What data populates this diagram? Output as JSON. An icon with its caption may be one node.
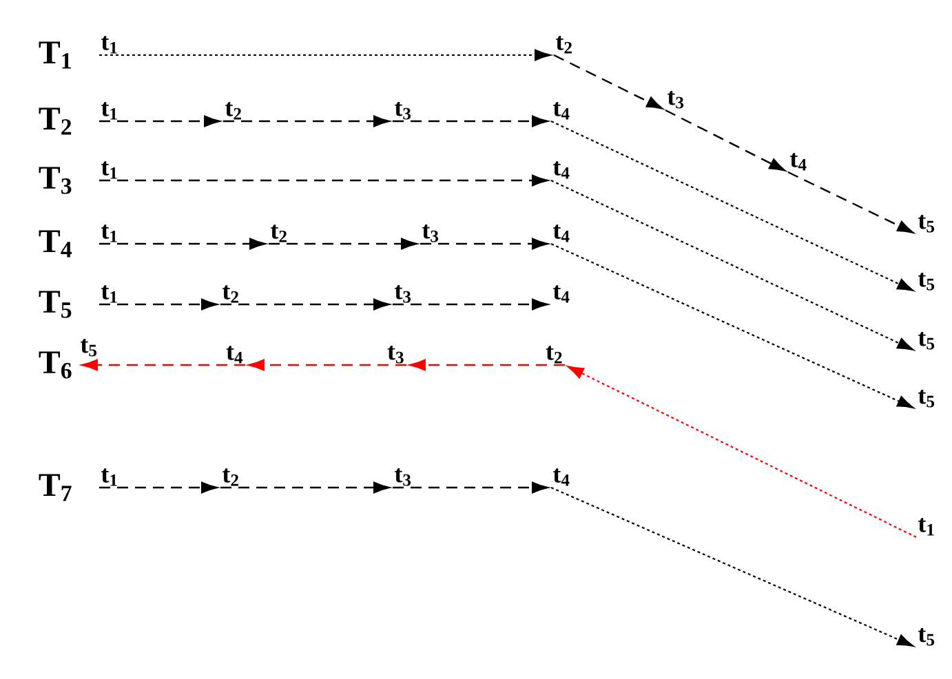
{
  "diagram": {
    "nodes": [
      {
        "text": [
          "t$_{1}$"
        ]
      },
      {
        "text": [
          "t$_{2}$"
        ]
      },
      {
        "text": [
          "t$_{3}$"
        ]
      },
      {
        "text": [
          "t$_{4}$"
        ]
      },
      {
        "text": [
          "t$_{5}$"
        ]
      },
      {
        "text": [
          "t$_{1}$"
        ]
      },
      {
        "text": [
          "t$_{2}$"
        ]
      },
      {
        "text": [
          "t$_{3}$"
        ]
      },
      {
        "text": [
          "t$_{4}$"
        ]
      },
      {
        "text": [
          "t$_{5}$"
        ]
      },
      {
        "text": [
          "t$_{1}$"
        ]
      },
      {
        "text": [
          "t$_{4}$"
        ]
      },
      {
        "text": [
          "t$_{5}$"
        ]
      },
      {
        "text": [
          "t$_{1}$"
        ]
      },
      {
        "text": [
          "t$_{2}$"
        ]
      },
      {
        "text": [
          "t$_{3}$"
        ]
      },
      {
        "text": [
          "t$_{4}$"
        ]
      },
      {
        "text": [
          "t$_{5}$"
        ]
      },
      {
        "text": [
          "t$_{1}$"
        ]
      },
      {
        "text": [
          "t$_{2}$"
        ]
      },
      {
        "text": [
          "t$_{3}$"
        ]
      },
      {
        "text": [
          "t$_{4}$"
        ]
      },
      {
        "text": [
          "t$_{5}$"
        ]
      },
      {
        "text": [
          "t$_{4}$"
        ]
      },
      {
        "text": [
          "t$_{3}$"
        ]
      },
      {
        "text": [
          "t$_{2}$"
        ]
      },
      {
        "text": [
          "t$_{1}$"
        ]
      },
      {
        "text": [
          "t$_{1}$"
        ]
      },
      {
        "text": [
          "t$_{2}$"
        ]
      },
      {
        "text": [
          "t$_{3}$"
        ]
      },
      {
        "text": [
          "t$_{4}$"
        ]
      },
      {
        "text": [
          "t$_{5}$"
        ]
      }
    ],
    "edges": [
      {
        "from": 0,
        "to": 1,
        "arrow": "to"
      },
      {
        "from": 1,
        "to": 2,
        "arrow": "to",
        "style": "dashed"
      },
      {
        "from": 2,
        "to": 3,
        "arrow": "to",
        "style": "dashed"
      },
      {
        "from": 3,
        "to": 4,
        "arrow": "to",
        "style": "dashed"
      },
      {
        "from": 5,
        "to": 6,
        "arrow": "to",
        "style": "dashed"
      },
      {
        "from": 6,
        "to": 7,
        "arrow": "to",
        "style": "dashed"
      },
      {
        "from": 7,
        "to": 8,
        "arrow": "to",
        "style": "dashed"
      },
      {
        "from": 8,
        "to": 9,
        "arrow": "to"
      },
      {
        "from": 10,
        "to": 11,
        "arrow": "to",
        "style": "dashed"
      },
      {
        "from": 11,
        "to": 12,
        "arrow": "to"
      },
      {
        "from": 13,
        "to": 14,
        "arrow": "to",
        "style": "dashed"
      },
      {
        "from": 14,
        "to": 15,
        "arrow": "to",
        "style": "dashed"
      },
      {
        "from": 15,
        "to": 16,
        "arrow": "to",
        "style": "dashed"
      },
      {
        "from": 16,
        "to": 17,
        "arrow": "to"
      },
      {
        "from": 18,
        "to": 19,
        "arrow": "to",
        "style": "dashed"
      },
      {
        "from": 19,
        "to": 20,
        "arrow": "to",
        "style": "dashed"
      },
      {
        "from": 20,
        "to": 21,
        "arrow": "to",
        "style": "dashed"
      },
      {
        "from": 26,
        "to": 25,
        "arrow": "to",
        "color": "#ff0000"
      },
      {
        "from": 25,
        "to": 24,
        "arrow": "to",
        "style": "dashed",
        "color": "#ff0000"
      },
      {
        "from": 24,
        "to": 23,
        "arrow": "to",
        "style": "dashed",
        "color": "#ff0000"
      },
      {
        "from": 23,
        "to": 22,
        "arrow": "to",
        "style": "dashed",
        "color": "#ff0000"
      },
      {
        "from": 27,
        "to": 28,
        "arrow": "to",
        "style": "dashed"
      },
      {
        "from": 28,
        "to": 29,
        "arrow": "to",
        "style": "dashed"
      },
      {
        "from": 29,
        "to": 30,
        "arrow": "to",
        "style": "dashed"
      },
      {
        "from": 30,
        "to": 31,
        "arrow": "to"
      }
    ],
    "labels": [
      "T$_{1}$",
      "T$_{2}$",
      "T$_{3}$",
      "T$_{4}$",
      "T$_{5}$",
      "T$_{6}$",
      "T$_{7}$"
    ]
  }
}
